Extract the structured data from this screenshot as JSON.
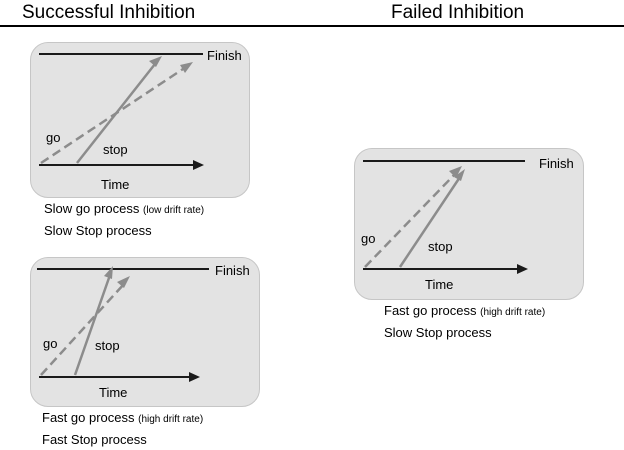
{
  "headers": {
    "successful": "Successful Inhibition",
    "failed": "Failed Inhibition"
  },
  "panel_labels": {
    "finish": "Finish",
    "time": "Time",
    "go": "go",
    "stop": "stop"
  },
  "panels": {
    "slow_slow": {
      "go_text": "Slow go process",
      "go_note": "(low drift rate)",
      "stop_text": "Slow Stop process"
    },
    "fast_fast": {
      "go_text": "Fast go process",
      "go_note": "(high drift rate)",
      "stop_text": "Fast Stop process"
    },
    "fast_slow": {
      "go_text": "Fast go process",
      "go_note": "(high drift rate)",
      "stop_text": "Slow Stop process"
    }
  },
  "colors": {
    "panel_bg": "#e3e3e3",
    "process_arrow": "#8c8c8c",
    "axis": "#1a1a1a"
  }
}
